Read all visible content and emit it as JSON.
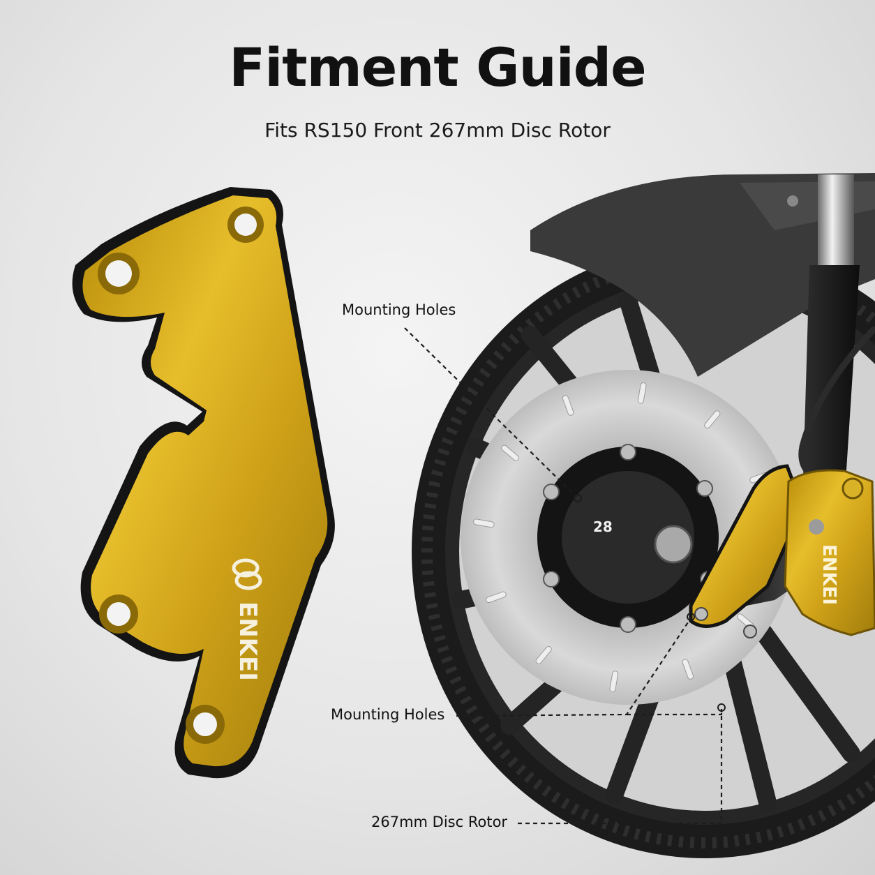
{
  "header": {
    "title": "Fitment Guide",
    "subtitle": "Fits RS150 Front 267mm Disc Rotor"
  },
  "callouts": {
    "mounting_holes_top": "Mounting Holes",
    "mounting_holes_bottom": "Mounting Holes",
    "disc_rotor": "267mm Disc Rotor"
  },
  "product": {
    "brand_mark": "ENKEI",
    "caliper_mark": "ENKEI",
    "rotor_mark": "28"
  },
  "colors": {
    "gold": "#d6a91a",
    "gold_dark": "#9c7a0c",
    "black_edge": "#141414",
    "rotor_silver": "#c9c9c9",
    "tire_black": "#1b1b1b"
  }
}
